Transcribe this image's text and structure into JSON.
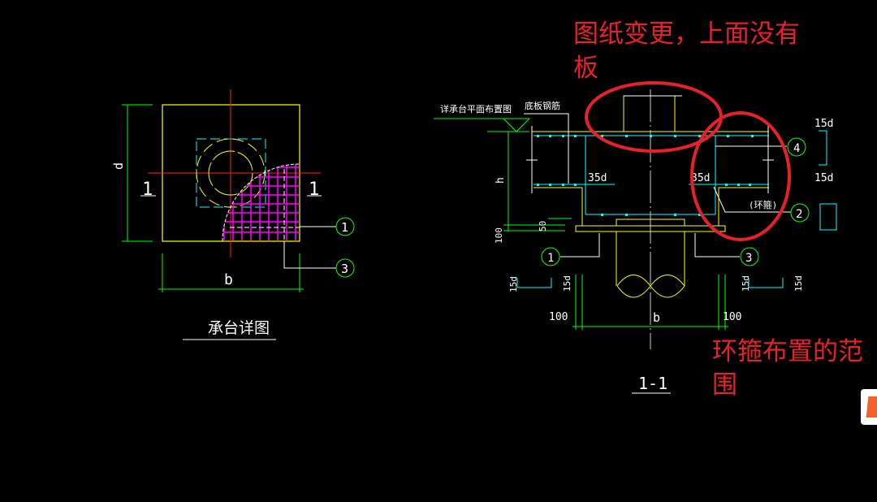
{
  "plan": {
    "title": "承台详图",
    "dim_d": "d",
    "dim_b": "b",
    "section_mark_left": "1",
    "section_mark_right": "1",
    "callout_1": "1",
    "callout_3": "3"
  },
  "section": {
    "title": "1-1",
    "ref_label": "详承台平面布置图",
    "bottom_rebar_label": "底板钢筋",
    "dim_h": "h",
    "dim_50": "50",
    "dim_100_vert": "100",
    "anchor_left": "35d",
    "anchor_right": "35d",
    "hoop_label": "(环箍)",
    "callout_1": "1",
    "callout_2": "2",
    "callout_3": "3",
    "callout_4": "4",
    "hook_top": "15d",
    "hook_bottom": "15d",
    "bl_15d_a": "15d",
    "bl_15d_b": "15d",
    "br_15d_a": "15d",
    "br_15d_b": "15d",
    "dim_100_left": "100",
    "dim_100_right": "100",
    "dim_b": "b"
  },
  "annotations": {
    "top_line1": "图纸变更，上面没有",
    "top_line2": "板",
    "bottom_line1": "环箍布置的范",
    "bottom_line2": "围"
  },
  "colors": {
    "red_markup": "#e8202a",
    "yellow": "#ffff00",
    "cyan": "#00ffff",
    "green": "#00ff00",
    "magenta": "#ff00ff"
  }
}
